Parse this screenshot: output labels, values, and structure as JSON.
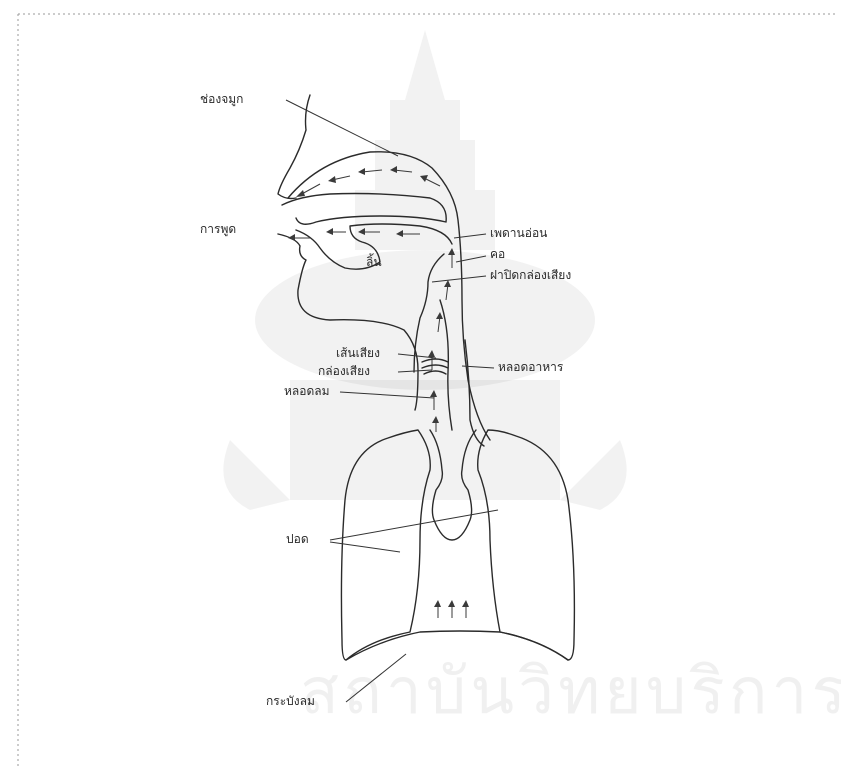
{
  "labels": {
    "nasal_cavity": "ช่องจมูก",
    "mouth": "การพูด",
    "soft_palate": "เพดานอ่อน",
    "pharynx": "คอ",
    "epiglottis": "ฝาปิดกล่องเสียง",
    "tongue": "ลิ้น",
    "vocal_cords": "เส้นเสียง",
    "larynx": "กล่องเสียง",
    "trachea": "หลอดลม",
    "esophagus": "หลอดอาหาร",
    "lungs": "ปอด",
    "diaphragm": "กระบังลม"
  },
  "watermark": {
    "text": "สถาบันวิทยบริการ"
  }
}
